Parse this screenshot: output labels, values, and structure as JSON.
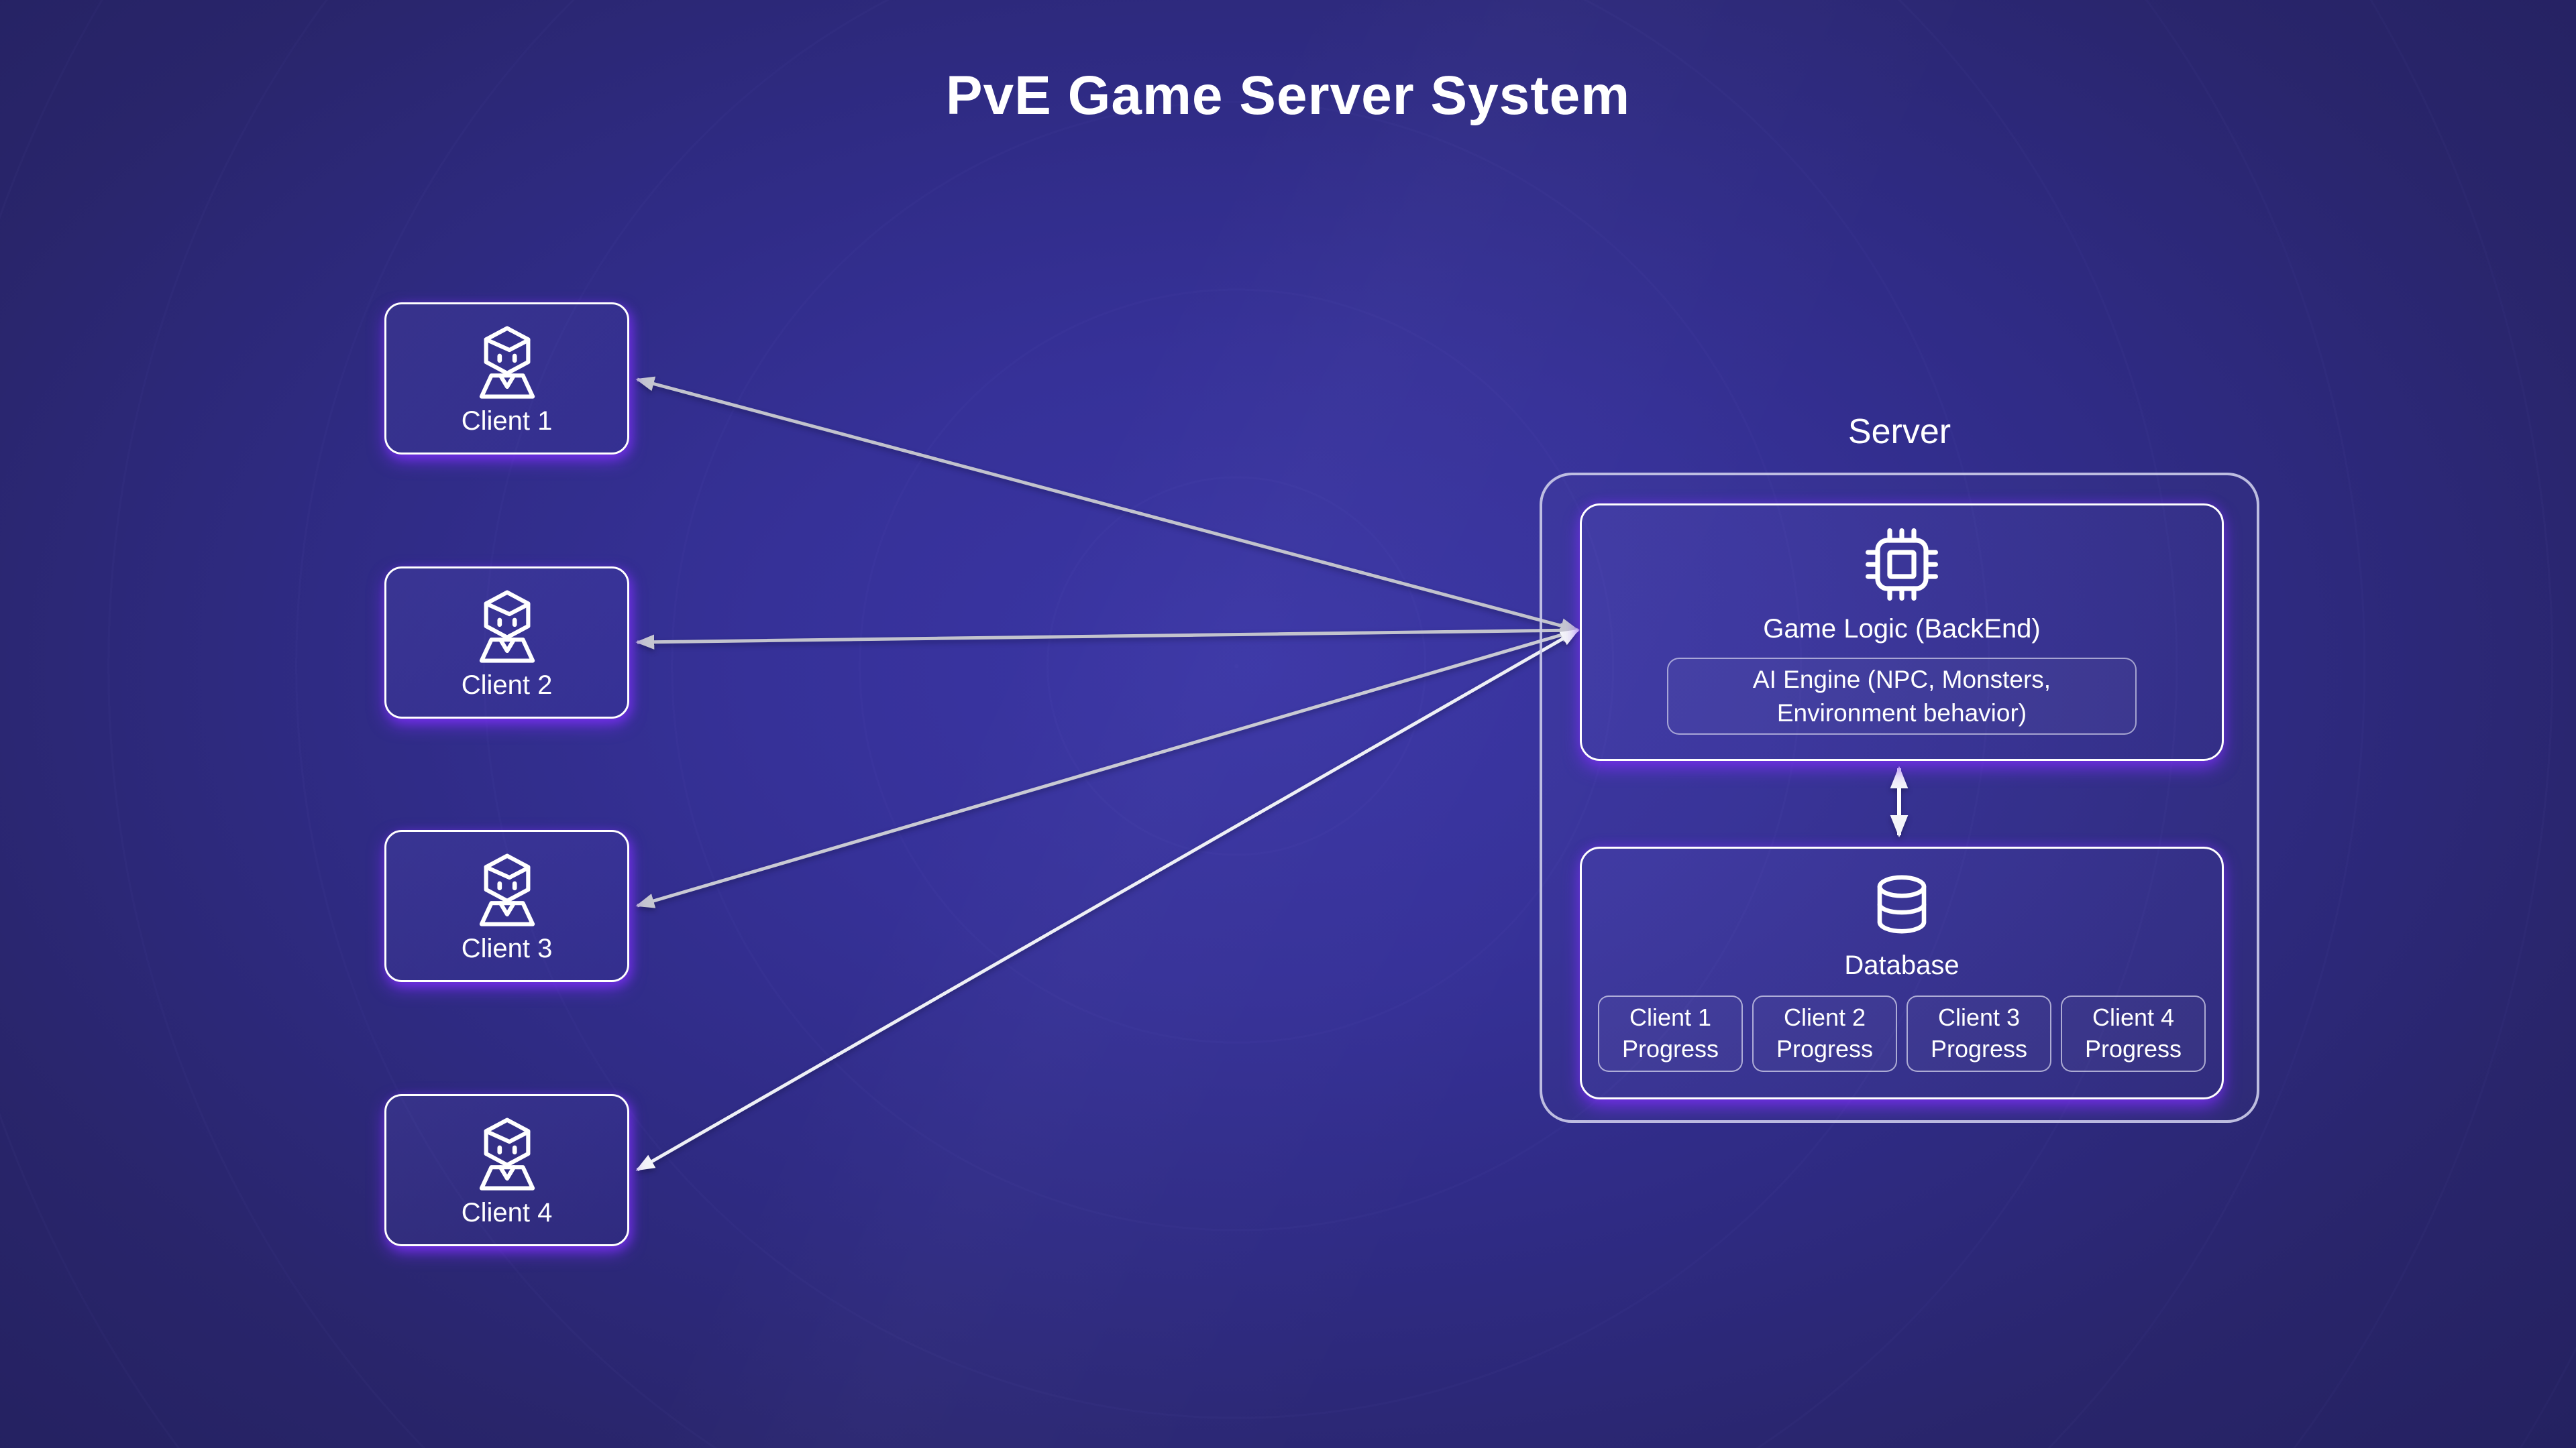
{
  "title": "PvE Game Server System",
  "clients": [
    {
      "label": "Client 1",
      "icon": "person-icon"
    },
    {
      "label": "Client 2",
      "icon": "person-icon"
    },
    {
      "label": "Client 3",
      "icon": "person-icon"
    },
    {
      "label": "Client 4",
      "icon": "person-icon"
    }
  ],
  "server": {
    "label": "Server",
    "game_logic": {
      "icon": "cpu-chip-icon",
      "label": "Game Logic (BackEnd)",
      "ai_engine_label": "AI Engine (NPC, Monsters,\nEnvironment behavior)"
    },
    "database": {
      "icon": "database-cylinder-icon",
      "label": "Database",
      "progress_items": [
        {
          "label": "Client 1\nProgress"
        },
        {
          "label": "Client 2\nProgress"
        },
        {
          "label": "Client 3\nProgress"
        },
        {
          "label": "Client 4\nProgress"
        }
      ]
    }
  },
  "connections": [
    {
      "from": "client-1",
      "to": "game-logic",
      "style": "double-arrow",
      "color": "#c2c3cd"
    },
    {
      "from": "client-2",
      "to": "game-logic",
      "style": "double-arrow",
      "color": "#c2c3cd"
    },
    {
      "from": "client-3",
      "to": "game-logic",
      "style": "double-arrow",
      "color": "#c9cad4"
    },
    {
      "from": "client-4",
      "to": "game-logic",
      "style": "double-arrow",
      "color": "#eef0f6"
    },
    {
      "from": "game-logic",
      "to": "database",
      "style": "double-arrow",
      "color": "#ffffff"
    }
  ],
  "colors": {
    "background_center": "#3b36a6",
    "background_edge": "#242160",
    "node_border": "#ffffff",
    "server_border": "#cacae8",
    "node_glow": "#7c2ff7",
    "arrow_gray": "#c2c3cd",
    "arrow_white": "#ffffff",
    "text": "#ffffff"
  }
}
